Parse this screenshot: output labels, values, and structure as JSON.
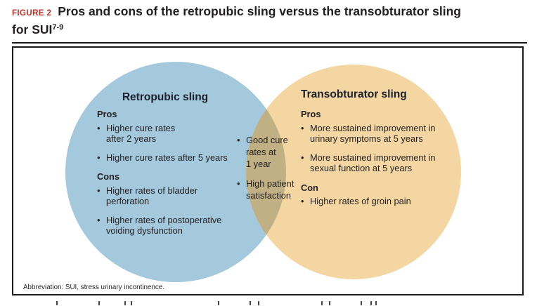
{
  "accent_color": "#bf3127",
  "figure_header": {
    "label": "FIGURE 2",
    "title_line1": "Pros and cons of the retropubic sling versus the transobturator sling",
    "title_line2": "for SUI",
    "title_reference": "7-9"
  },
  "venn": {
    "left_circle": {
      "heading": "Retropubic sling",
      "fill_color": "#a4c8dc",
      "pros_label": "Pros",
      "pros": [
        {
          "lines": [
            "Higher cure rates",
            "after 2 years"
          ]
        },
        {
          "lines": [
            "Higher cure rates after 5 years"
          ]
        }
      ],
      "cons_label": "Cons",
      "cons": [
        {
          "lines": [
            "Higher rates of bladder",
            "perforation"
          ]
        },
        {
          "lines": [
            "Higher rates of postoperative",
            "voiding dysfunction"
          ]
        }
      ]
    },
    "overlap": {
      "fill_color": "#c1b083",
      "items": [
        {
          "lines": [
            "Good cure",
            "rates at",
            "1 year"
          ]
        },
        {
          "lines": [
            "High patient",
            "satisfaction"
          ]
        }
      ]
    },
    "right_circle": {
      "heading": "Transobturator sling",
      "fill_color": "#f4d6a3",
      "pros_label": "Pros",
      "pros": [
        {
          "lines": [
            "More sustained improvement in",
            "urinary symptoms at 5 years"
          ]
        },
        {
          "lines": [
            "More sustained improvement in",
            "sexual function at 5 years"
          ]
        }
      ],
      "con_label": "Con",
      "cons": [
        {
          "lines": [
            "Higher rates of groin pain"
          ]
        }
      ]
    }
  },
  "footnote": "Abbreviation: SUI, stress urinary incontinence."
}
